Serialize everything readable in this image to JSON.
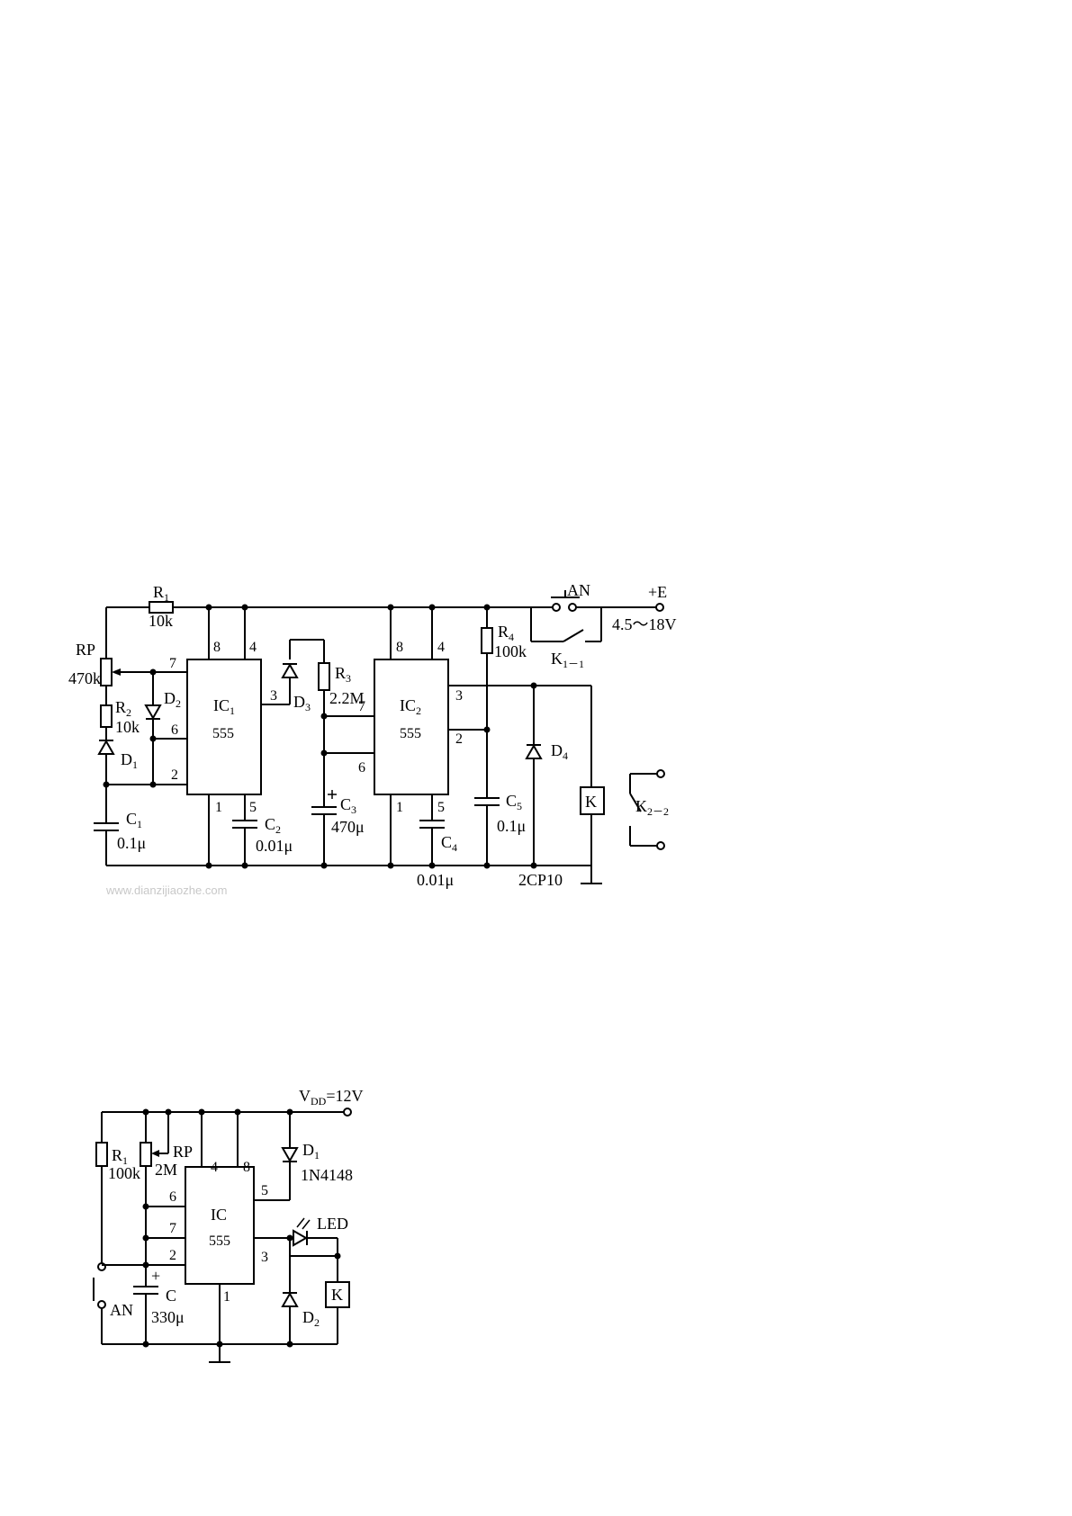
{
  "diagram1": {
    "r1": "R",
    "r1_sub": "1",
    "r1_val": "10k",
    "an": "AN",
    "plus_e": "+E",
    "voltage": "4.5～18V",
    "k11": "K",
    "k11_sub": "1－1",
    "rp": "RP",
    "rp_val": "470k",
    "r2": "R",
    "r2_sub": "2",
    "r2_val": "10k",
    "d2": "D",
    "d2_sub": "2",
    "d1": "D",
    "d1_sub": "1",
    "c1": "C",
    "c1_sub": "1",
    "c1_val": "0.1μ",
    "ic1": "IC",
    "ic1_sub": "1",
    "ic1_type": "555",
    "ic1_pin8": "8",
    "ic1_pin4": "4",
    "ic1_pin7": "7",
    "ic1_pin6": "6",
    "ic1_pin2": "2",
    "ic1_pin3": "3",
    "ic1_pin1": "1",
    "ic1_pin5": "5",
    "c2": "C",
    "c2_sub": "2",
    "c2_val": "0.01μ",
    "d3": "D",
    "d3_sub": "3",
    "r3": "R",
    "r3_sub": "3",
    "r3_val": "2.2M",
    "c3": "C",
    "c3_sub": "3",
    "c3_val": "470μ",
    "ic2": "IC",
    "ic2_sub": "2",
    "ic2_type": "555",
    "ic2_pin8": "8",
    "ic2_pin4": "4",
    "ic2_pin7": "7",
    "ic2_pin6": "6",
    "ic2_pin3": "3",
    "ic2_pin2": "2",
    "ic2_pin1": "1",
    "ic2_pin5": "5",
    "c4": "C",
    "c4_sub": "4",
    "c4_val": "0.01μ",
    "r4": "R",
    "r4_sub": "4",
    "r4_val": "100k",
    "c5": "C",
    "c5_sub": "5",
    "c5_val": "0.1μ",
    "d4": "D",
    "d4_sub": "4",
    "d4_part": "2CP10",
    "k": "K",
    "k22": "K",
    "k22_sub": "2－2",
    "watermark": "www.dianzijiaozhe.com"
  },
  "diagram2": {
    "vdd": "V",
    "vdd_sub": "DD",
    "vdd_val": "=12V",
    "r1": "R",
    "r1_sub": "1",
    "r1_val": "100k",
    "rp": "RP",
    "rp_val": "2M",
    "d1": "D",
    "d1_sub": "1",
    "d1_part": "1N4148",
    "ic": "IC",
    "ic_type": "555",
    "pin4": "4",
    "pin8": "8",
    "pin6": "6",
    "pin5": "5",
    "pin7": "7",
    "pin2": "2",
    "pin3": "3",
    "pin1": "1",
    "led": "LED",
    "k": "K",
    "an": "AN",
    "c": "C",
    "c_plus": "+",
    "c_val": "330μ",
    "d2": "D",
    "d2_sub": "2"
  }
}
